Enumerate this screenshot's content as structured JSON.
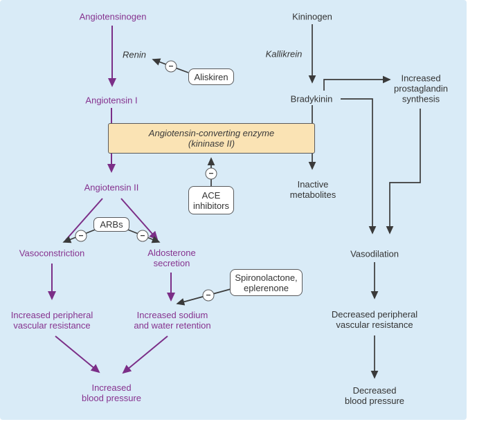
{
  "colors": {
    "panel_bg": "#D9EBF7",
    "purple_text": "#86338F",
    "purple_arrow": "#7B2E87",
    "black_text": "#333333",
    "line_black": "#3A3A3A",
    "ace_box_fill": "#FAE3B4",
    "box_border": "#58595B",
    "box_fill": "#FFFFFF"
  },
  "symbols": {
    "minus": "−"
  },
  "nodes": {
    "angiotensinogen": {
      "label": "Angiotensinogen"
    },
    "renin": {
      "label": "Renin"
    },
    "aliskiren": {
      "label": "Aliskiren"
    },
    "angiotensin_i": {
      "label": "Angiotensin I"
    },
    "ace": {
      "label": "Angiotensin-converting enzyme\n(kininase II)"
    },
    "angiotensin_ii": {
      "label": "Angiotensin II"
    },
    "ace_inhibitors": {
      "label": "ACE\ninhibitors"
    },
    "arbs": {
      "label": "ARBs"
    },
    "vasoconstriction": {
      "label": "Vasoconstriction"
    },
    "aldosterone_secretion": {
      "label": "Aldosterone\nsecretion"
    },
    "spironolactone": {
      "label": "Spironolactone,\neplerenone"
    },
    "increased_peripheral": {
      "label": "Increased peripheral\nvascular resistance"
    },
    "increased_sodium": {
      "label": "Increased sodium\nand water retention"
    },
    "increased_bp": {
      "label": "Increased\nblood pressure"
    },
    "kininogen": {
      "label": "Kininogen"
    },
    "kallikrein": {
      "label": "Kallikrein"
    },
    "bradykinin": {
      "label": "Bradykinin"
    },
    "inactive_metabolites": {
      "label": "Inactive\nmetabolites"
    },
    "increased_prostaglandin": {
      "label": "Increased\nprostaglandin\nsynthesis"
    },
    "vasodilation": {
      "label": "Vasodilation"
    },
    "decreased_peripheral": {
      "label": "Decreased peripheral\nvascular resistance"
    },
    "decreased_bp": {
      "label": "Decreased\nblood pressure"
    }
  }
}
